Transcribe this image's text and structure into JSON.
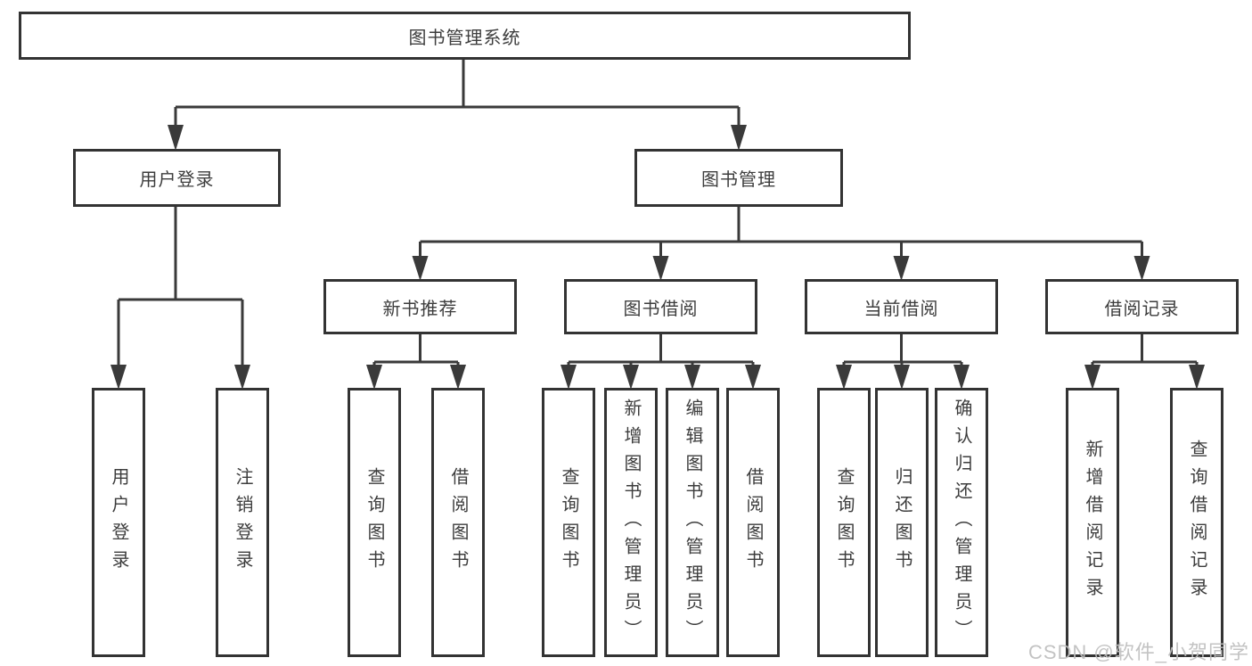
{
  "diagram": {
    "type": "hierarchy-tree",
    "nodes": {
      "root": {
        "label": "图书管理系统"
      },
      "level2": [
        {
          "label": "用户登录"
        },
        {
          "label": "图书管理"
        }
      ],
      "level3": [
        {
          "label": "新书推荐"
        },
        {
          "label": "图书借阅"
        },
        {
          "label": "当前借阅"
        },
        {
          "label": "借阅记录"
        }
      ],
      "leaves": [
        {
          "label": "用户登录",
          "parent": "用户登录"
        },
        {
          "label": "注销登录",
          "parent": "用户登录"
        },
        {
          "label": "查询图书",
          "parent": "新书推荐"
        },
        {
          "label": "借阅图书",
          "parent": "新书推荐"
        },
        {
          "label": "查询图书",
          "parent": "图书借阅"
        },
        {
          "label": "新增图书（管理员）",
          "parent": "图书借阅"
        },
        {
          "label": "编辑图书（管理员）",
          "parent": "图书借阅"
        },
        {
          "label": "借阅图书",
          "parent": "图书借阅"
        },
        {
          "label": "查询图书",
          "parent": "当前借阅"
        },
        {
          "label": "归还图书",
          "parent": "当前借阅"
        },
        {
          "label": "确认归还（管理员）",
          "parent": "当前借阅"
        },
        {
          "label": "新增借阅记录",
          "parent": "借阅记录"
        },
        {
          "label": "查询借阅记录",
          "parent": "借阅记录"
        }
      ]
    },
    "watermark": {
      "text": "CSDN @软件_小贺同学"
    },
    "colors": {
      "box_border": "#333333",
      "connector_line": "#3a3a3a",
      "text": "#3d3d3d",
      "watermark": "#bebebe",
      "background": "#ffffff"
    }
  }
}
